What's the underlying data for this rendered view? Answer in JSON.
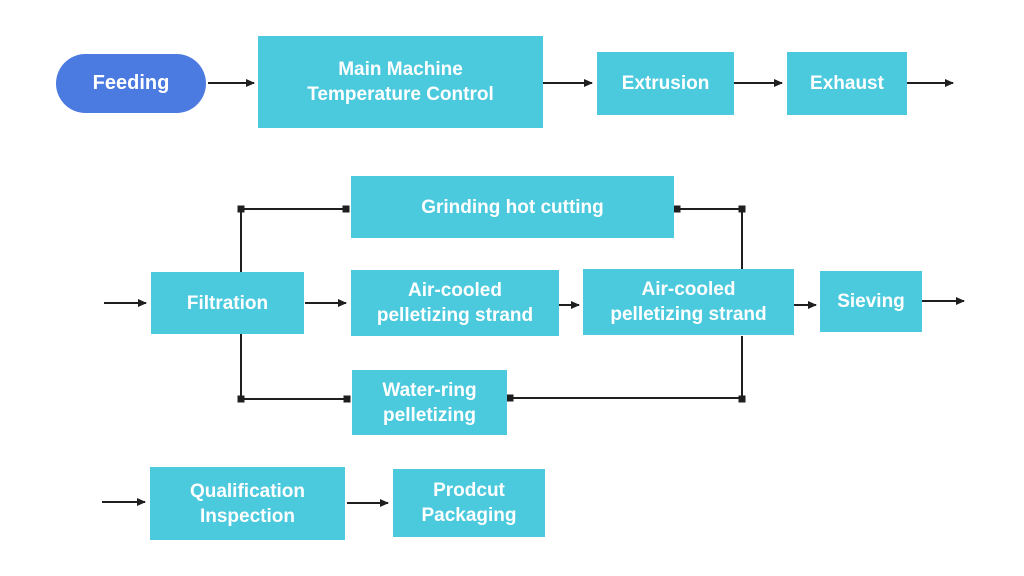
{
  "page": {
    "background": "#ffffff"
  },
  "palette": {
    "node_fill": "#4bc9dd",
    "start_fill": "#4b7ae0",
    "node_text": "#ffffff",
    "line": "#1f1f1f"
  },
  "diagram": {
    "type": "flowchart",
    "nodes": [
      {
        "id": "feeding",
        "shape": "pill",
        "label": "Feeding"
      },
      {
        "id": "main-machine",
        "shape": "rect",
        "label": "Main Machine\nTemperature Control"
      },
      {
        "id": "extrusion",
        "shape": "rect",
        "label": "Extrusion"
      },
      {
        "id": "exhaust",
        "shape": "rect",
        "label": "Exhaust"
      },
      {
        "id": "grinding",
        "shape": "rect",
        "label": "Grinding hot cutting"
      },
      {
        "id": "filtration",
        "shape": "rect",
        "label": "Filtration"
      },
      {
        "id": "air-cooled-1",
        "shape": "rect",
        "label": "Air-cooled\npelletizing strand"
      },
      {
        "id": "air-cooled-2",
        "shape": "rect",
        "label": "Air-cooled\npelletizing strand"
      },
      {
        "id": "sieving",
        "shape": "rect",
        "label": "Sieving"
      },
      {
        "id": "water-ring",
        "shape": "rect",
        "label": "Water-ring\npelletizing"
      },
      {
        "id": "qualification",
        "shape": "rect",
        "label": "Qualification\nInspection"
      },
      {
        "id": "packaging",
        "shape": "rect",
        "label": "Prodcut\nPackaging"
      }
    ],
    "edges": [
      {
        "from": "feeding",
        "to": "main-machine",
        "style": "arrow"
      },
      {
        "from": "main-machine",
        "to": "extrusion",
        "style": "arrow"
      },
      {
        "from": "extrusion",
        "to": "exhaust",
        "style": "arrow"
      },
      {
        "from": "exhaust",
        "to": "offscreen-right-row1",
        "style": "arrow"
      },
      {
        "from": "offscreen-left-row2",
        "to": "filtration",
        "style": "arrow"
      },
      {
        "from": "filtration",
        "to": "air-cooled-1",
        "style": "arrow"
      },
      {
        "from": "filtration",
        "to": "grinding",
        "style": "elbow-dots"
      },
      {
        "from": "filtration",
        "to": "water-ring",
        "style": "elbow-dots"
      },
      {
        "from": "grinding",
        "to": "air-cooled-2",
        "style": "elbow-dots"
      },
      {
        "from": "water-ring",
        "to": "air-cooled-2",
        "style": "elbow-dots"
      },
      {
        "from": "air-cooled-1",
        "to": "air-cooled-2",
        "style": "arrow"
      },
      {
        "from": "air-cooled-2",
        "to": "sieving",
        "style": "arrow"
      },
      {
        "from": "sieving",
        "to": "offscreen-right-row2",
        "style": "arrow"
      },
      {
        "from": "offscreen-left-row3",
        "to": "qualification",
        "style": "arrow"
      },
      {
        "from": "qualification",
        "to": "packaging",
        "style": "arrow"
      }
    ]
  }
}
